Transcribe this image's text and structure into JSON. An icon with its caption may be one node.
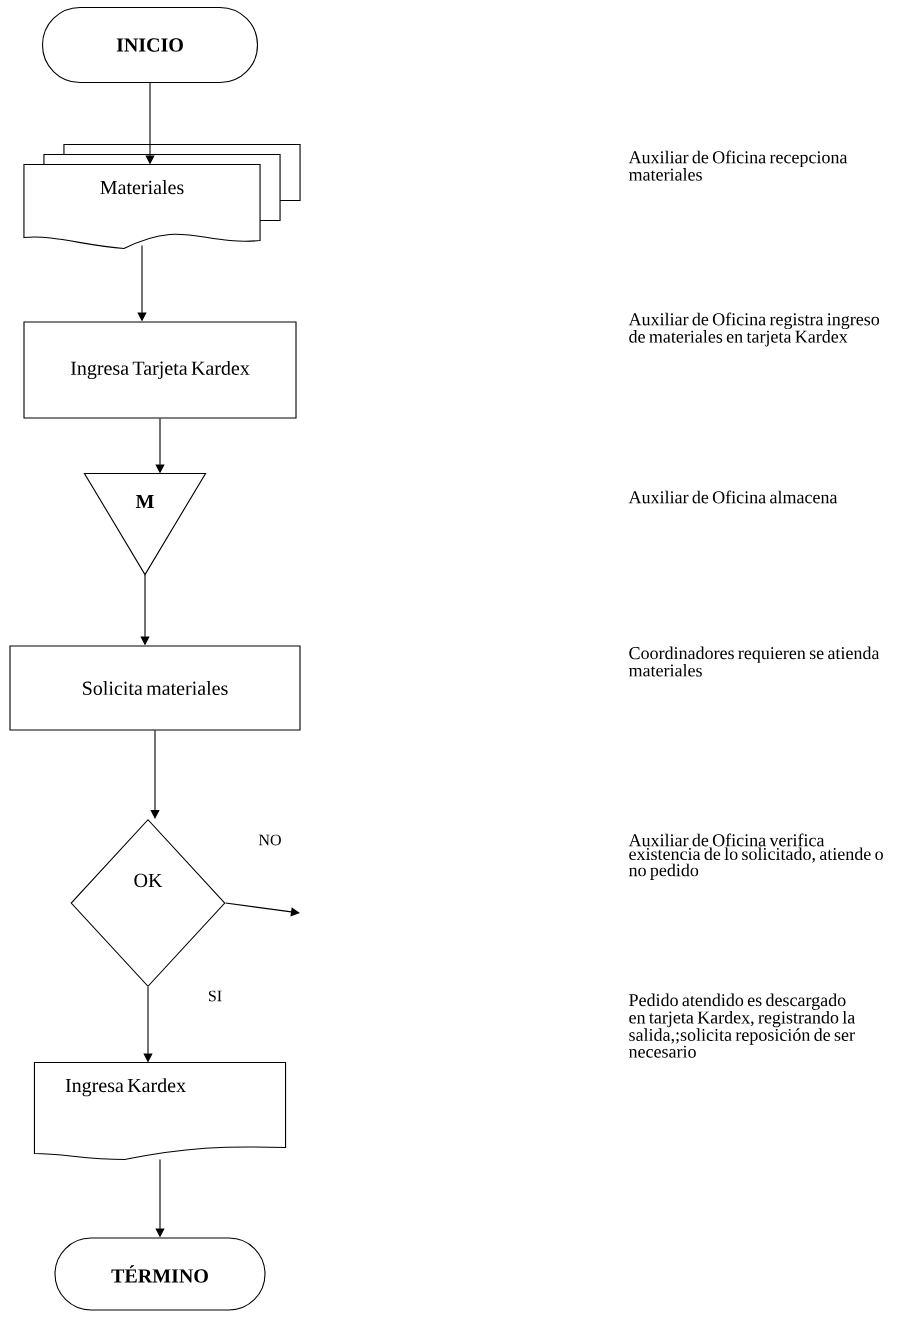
{
  "diagram": {
    "nodes": [
      {
        "text": [
          "INICIO"
        ]
      },
      {
        "text": [
          "Materiales"
        ]
      },
      {
        "text": [
          "Ingresa Tarjeta Kardex"
        ]
      },
      {
        "text": [
          "M"
        ]
      },
      {
        "text": [
          "Solicita materiales"
        ]
      },
      {
        "text": [
          "OK"
        ]
      },
      {
        "text": [
          "Ingresa Kardex"
        ]
      },
      {
        "text": [
          "TÉRMINO"
        ]
      }
    ],
    "edges": [
      {
        "from": 0,
        "to": 1,
        "arrow": "to"
      },
      {
        "from": 1,
        "to": 2,
        "arrow": "to"
      },
      {
        "from": 2,
        "to": 3,
        "arrow": "to"
      },
      {
        "from": 3,
        "to": 4,
        "arrow": "to"
      },
      {
        "from": 4,
        "to": 5,
        "arrow": "to"
      },
      {
        "from": 5,
        "to": null,
        "arrow": "to",
        "label": "NO"
      },
      {
        "from": 5,
        "to": 6,
        "arrow": "to",
        "label": "SI"
      },
      {
        "from": 6,
        "to": 7,
        "arrow": "to"
      }
    ],
    "labels": [
      "Auxiliar de Oficina recepciona materiales",
      "Auxiliar de Oficina registra ingreso de materiales en tarjeta Kardex",
      "Auxiliar de Oficina almacena",
      "Coordinadores requieren se atienda materiales",
      "Auxiliar de Oficina verifica existencia de lo solicitado, atiende o no pedido",
      "Pedido atendido es descargado en tarjeta Kardex, registrando la salida,;solicita reposición de ser necesario"
    ]
  }
}
